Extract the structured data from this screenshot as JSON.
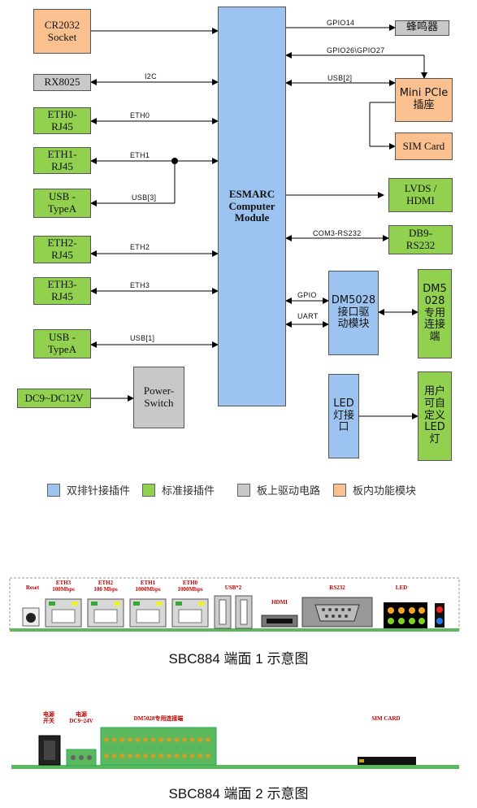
{
  "diagram": {
    "module": "ESMARC\nComputer\nModule",
    "boxes": {
      "cr2032": "CR2032\nSocket",
      "rx8025": "RX8025",
      "eth0": "ETH0-\nRJ45",
      "eth1": "ETH1-\nRJ45",
      "usb_typea_1": "USB -\nTypeA",
      "eth2": "ETH2-\nRJ45",
      "eth3": "ETH3-\nRJ45",
      "usb_typea_2": "USB -\nTypeA",
      "dc_in": "DC9~DC12V",
      "power_switch": "Power-\nSwitch",
      "buzzer": "蜂鸣器",
      "mini_pcie": "Mini PCIe\n插座",
      "sim_card": "SIM Card",
      "lvds": "LVDS /\nHDMI",
      "db9": "DB9-\nRS232",
      "dm5028_driver": "DM5028\n接口驱\n动模块",
      "dm5028_port": "DM5\n028\n专用\n连接\n端",
      "led_port": "LED\n灯接\n口",
      "user_led": "用户\n可自\n定义\nLED\n灯"
    },
    "labels": {
      "gpio14": "GPIO14",
      "gpio26_27": "GPIO26\\GPIO27",
      "i2c": "I2C",
      "usb2": "USB[2]",
      "eth0": "ETH0",
      "eth1": "ETH1",
      "usb3": "USB[3]",
      "eth2": "ETH2",
      "com3": "COM3-RS232",
      "eth3": "ETH3",
      "gpio": "GPIO",
      "uart": "UART",
      "usb1": "USB[1]"
    }
  },
  "legend": [
    {
      "label": "双排针接插件",
      "color": "#9dc3f0"
    },
    {
      "label": "标准接插件",
      "color": "#92d050"
    },
    {
      "label": "板上驱动电路",
      "color": "#c8c8c8"
    },
    {
      "label": "板内功能模块",
      "color": "#fac090"
    }
  ],
  "panel1": {
    "caption": "SBC884 端面 1 示意图",
    "reset": "Reset",
    "eth3": "ETH3\n100Mbps",
    "eth2": "ETH2\n100 Mbps",
    "eth1": "ETH1\n1000Mbps",
    "eth0": "ETH0\n1000Mbps",
    "usb": "USB*2",
    "hdmi": "HDMI",
    "rs232": "RS232",
    "led": "LED"
  },
  "panel2": {
    "caption": "SBC884 端面 2 示意图",
    "power_switch": "电源\n开关",
    "power_in": "电源\nDC9~24V",
    "dm5028": "DM5028专用连接端",
    "sim": "SIM CARD"
  }
}
